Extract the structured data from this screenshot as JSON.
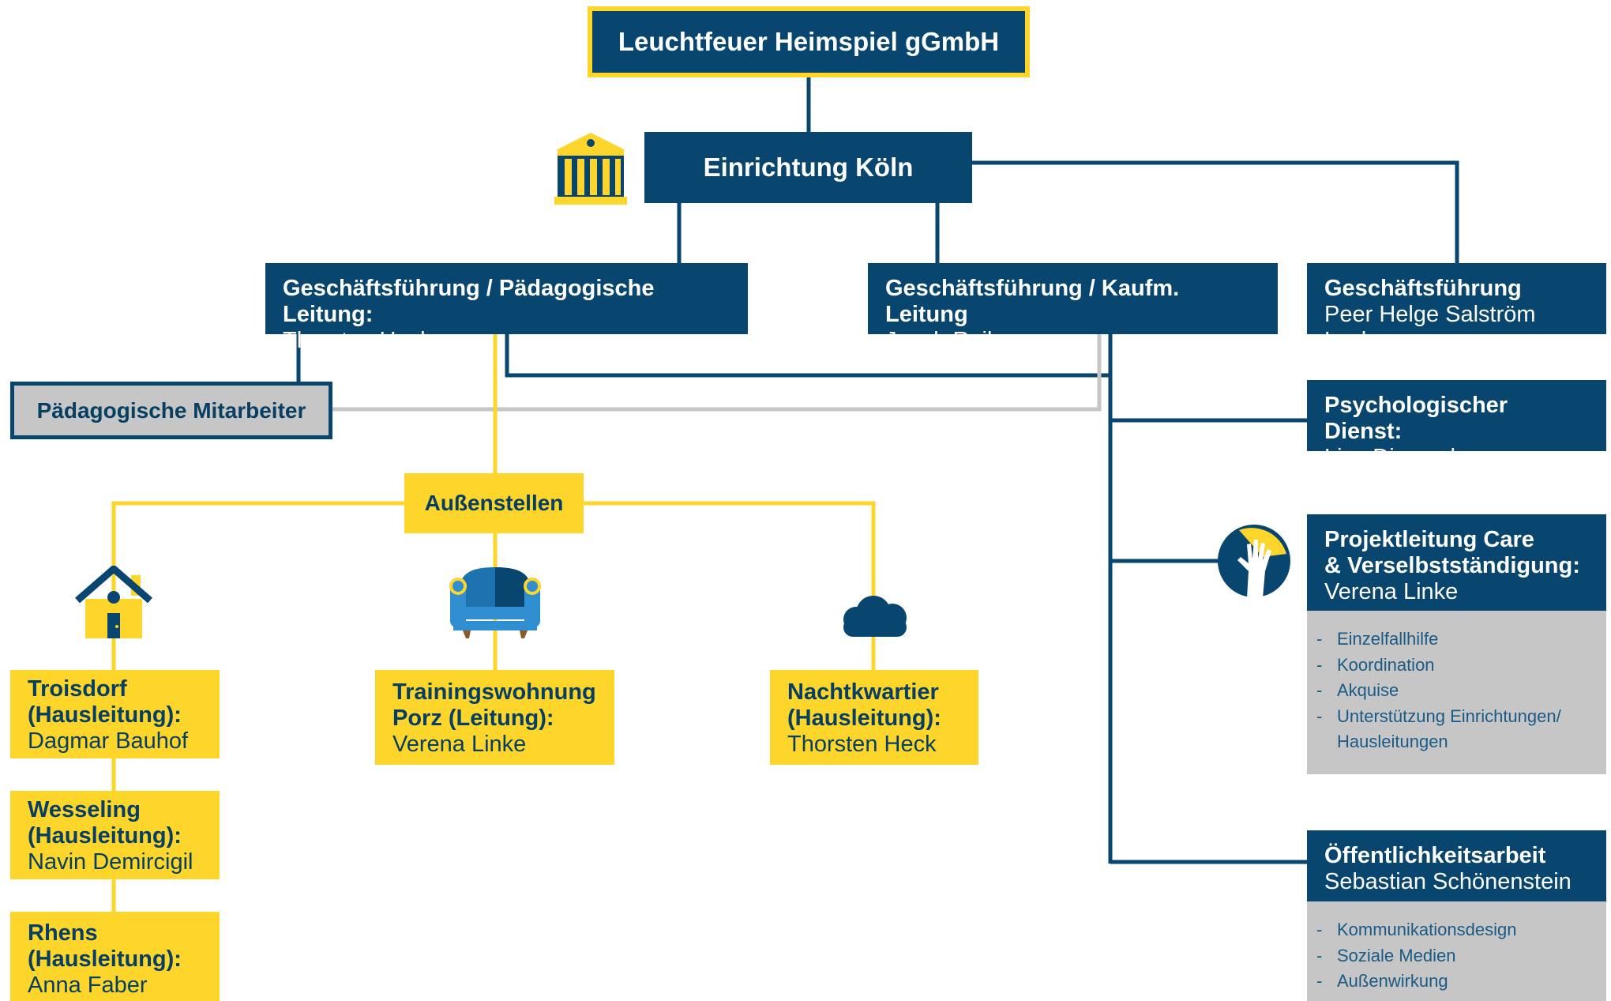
{
  "org": {
    "root": "Leuchtfeuer Heimspiel gGmbH",
    "koeln": "Einrichtung Köln",
    "gf_paed": {
      "title": "Geschäftsführung / Pädagogische Leitung:",
      "name": "Thorsten Heck"
    },
    "gf_kaufm": {
      "title": "Geschäftsführung / Kaufm. Leitung",
      "name": "Jacob Reike"
    },
    "gf": {
      "title": "Geschäftsführung",
      "name": "Peer Helge Salström Leyh"
    },
    "paed_mitarbeiter": "Pädagogische Mitarbeiter",
    "psych": {
      "title": "Psychologischer Dienst:",
      "name": "Lisa Dimanche"
    },
    "projekt": {
      "title_1": "Projektleitung  Care",
      "title_2": "& Verselbstständigung:",
      "name": "Verena Linke",
      "tasks": [
        "Einzelfallhilfe",
        "Koordination",
        "Akquise",
        "Unterstützung Einrichtungen/",
        "Hausleitungen"
      ]
    },
    "oeffentlich": {
      "title": "Öffentlichkeitsarbeit",
      "name": "Sebastian Schönenstein",
      "tasks": [
        "Kommunikationsdesign",
        "Soziale Medien",
        "Außenwirkung"
      ]
    },
    "aussenstellen": "Außenstellen",
    "troisdorf": {
      "line1": "Troisdorf",
      "line2": "(Hausleitung):",
      "name": "Dagmar Bauhof"
    },
    "wesseling": {
      "line1": "Wesseling",
      "line2": "(Hausleitung):",
      "name": "Navin Demircigil"
    },
    "rhens": {
      "line1": "Rhens",
      "line2": "(Hausleitung):",
      "name": "Anna Faber"
    },
    "training": {
      "line1": "Trainingswohnung",
      "line2": "Porz (Leitung):",
      "name": "Verena Linke"
    },
    "nacht": {
      "line1": "Nachtkwartier",
      "line2": "(Hausleitung):",
      "name": "Thorsten Heck"
    }
  },
  "icons": {
    "koeln": "institution-building-icon",
    "troisdorf": "house-icon",
    "training": "armchair-icon",
    "nacht": "moon-cloud-icon",
    "projekt": "helping-hand-icon"
  },
  "colors": {
    "navy": "#08466f",
    "yellow": "#fdd52b",
    "grey": "#c6c6c6",
    "light_blue": "#2f8fd0",
    "list_text": "#1a5a86"
  }
}
